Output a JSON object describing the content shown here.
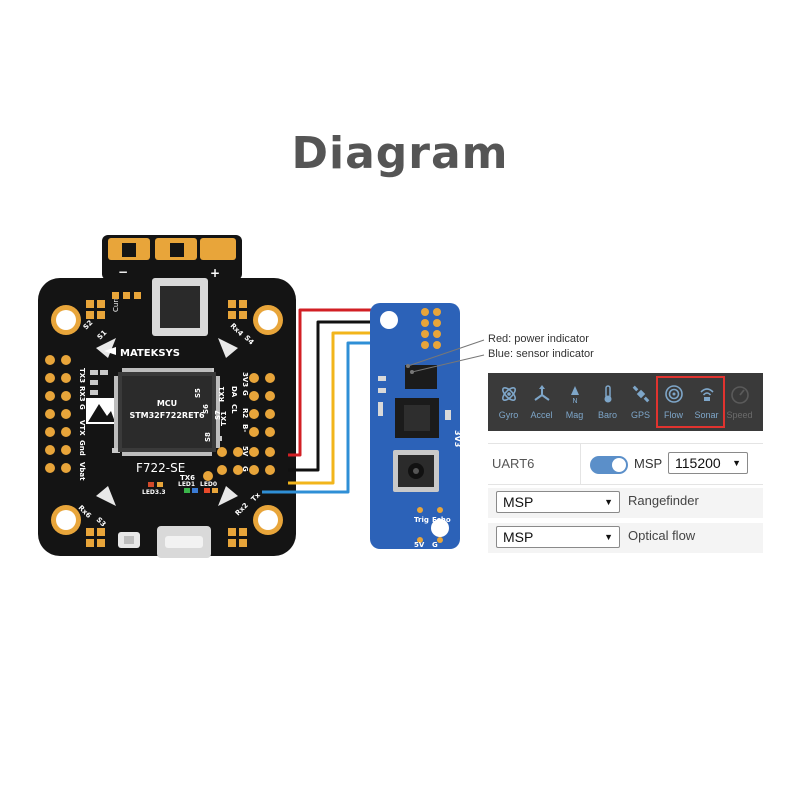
{
  "title": "Diagram",
  "fc_board": {
    "brand": "MATEKSYS",
    "model": "F722-SE",
    "mcu_label": "MCU",
    "mcu_part": "STM32F722RET6",
    "curr_label": "Curr",
    "plus_label": "+",
    "minus_label": "−",
    "pads_left": [
      "TX3",
      "RX3",
      "G",
      "VTX",
      "Gnd",
      "Vbat"
    ],
    "pads_right": [
      "DA",
      "3V3",
      "CL",
      "G",
      "R2",
      "B-",
      "5V",
      "G"
    ],
    "pads_mid": [
      "S5",
      "S6",
      "S7",
      "S8",
      "RX1",
      "TX1",
      "TX6"
    ],
    "led_labels": [
      "LED3.3",
      "LED1",
      "LED0"
    ],
    "corner_labels": [
      "S2",
      "S1",
      "Rx4",
      "S4",
      "Rx6",
      "S3",
      "Rx2",
      "Tx"
    ]
  },
  "sensor_module": {
    "labels": [
      "3V3",
      "Trig",
      "Echo",
      "5V",
      "G"
    ]
  },
  "notes": {
    "red": "Red: power indicator",
    "blue": "Blue: sensor indicator"
  },
  "sensor_tabs": [
    {
      "label": "Gyro",
      "icon": "gyro-icon",
      "state": "on"
    },
    {
      "label": "Accel",
      "icon": "accel-icon",
      "state": "on"
    },
    {
      "label": "Mag",
      "icon": "mag-icon",
      "state": "on"
    },
    {
      "label": "Baro",
      "icon": "baro-icon",
      "state": "on"
    },
    {
      "label": "GPS",
      "icon": "gps-icon",
      "state": "on"
    },
    {
      "label": "Flow",
      "icon": "flow-icon",
      "state": "on"
    },
    {
      "label": "Sonar",
      "icon": "sonar-icon",
      "state": "on"
    },
    {
      "label": "Speed",
      "icon": "speed-icon",
      "state": "off"
    }
  ],
  "config": {
    "port": "UART6",
    "protocol": "MSP",
    "baud": "115200",
    "rangefinder": {
      "value": "MSP",
      "label": "Rangefinder"
    },
    "optical_flow": {
      "value": "MSP",
      "label": "Optical flow"
    }
  },
  "colors": {
    "pcb": "#141414",
    "gold": "#e8a53a",
    "module": "#2c62b8",
    "wire_red": "#d21f24",
    "wire_black": "#111111",
    "wire_yellow": "#f2b51b",
    "wire_blue": "#2f8fd6",
    "highlight": "#e0332f",
    "tab_blue": "#7ea6c9"
  }
}
